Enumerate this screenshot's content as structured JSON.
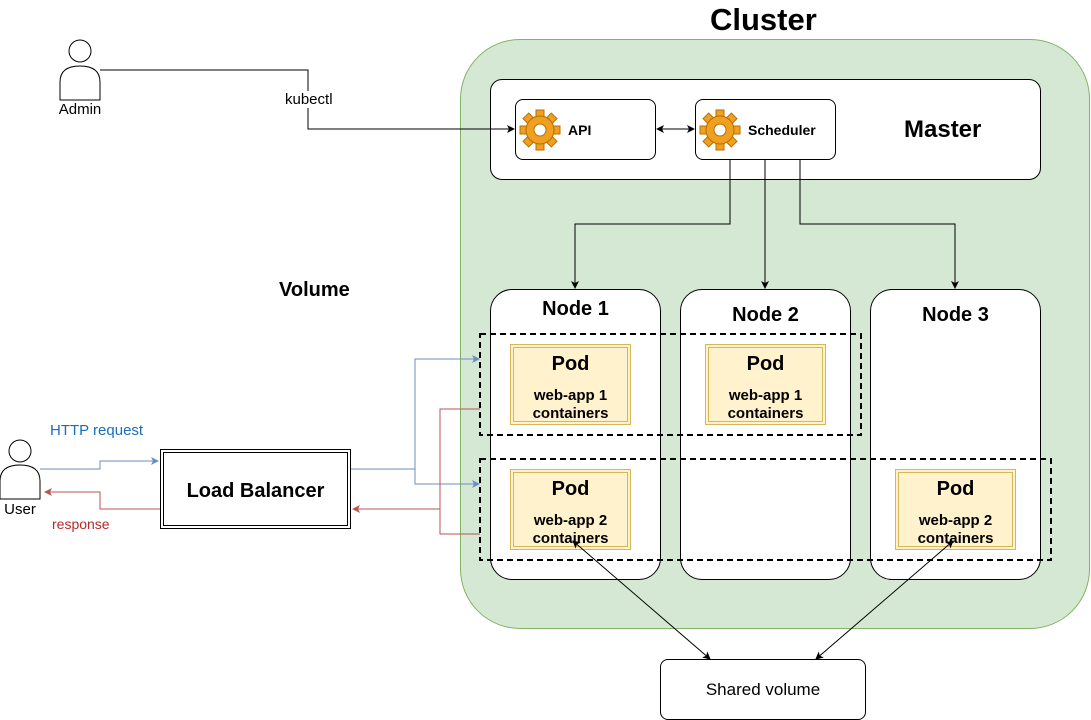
{
  "cluster": {
    "title": "Cluster"
  },
  "master": {
    "title": "Master",
    "api_label": "API",
    "scheduler_label": "Scheduler"
  },
  "actors": {
    "admin_label": "Admin",
    "user_label": "User"
  },
  "connections": {
    "kubectl_label": "kubectl",
    "http_request_label": "HTTP request",
    "response_label": "response",
    "request_color": "#6c8ebf",
    "response_color": "#b85450"
  },
  "volume_label": "Volume",
  "load_balancer_label": "Load Balancer",
  "shared_volume_label": "Shared volume",
  "nodes": [
    {
      "title": "Node 1"
    },
    {
      "title": "Node 2"
    },
    {
      "title": "Node 3"
    }
  ],
  "pods": {
    "title": "Pod",
    "web_app_1": "web-app 1",
    "web_app_2": "web-app 2",
    "containers": "containers"
  },
  "colors": {
    "cluster_fill": "#d5e8d4",
    "cluster_stroke": "#82b366",
    "pod_fill": "#fff2cc",
    "pod_stroke": "#d6b656"
  }
}
